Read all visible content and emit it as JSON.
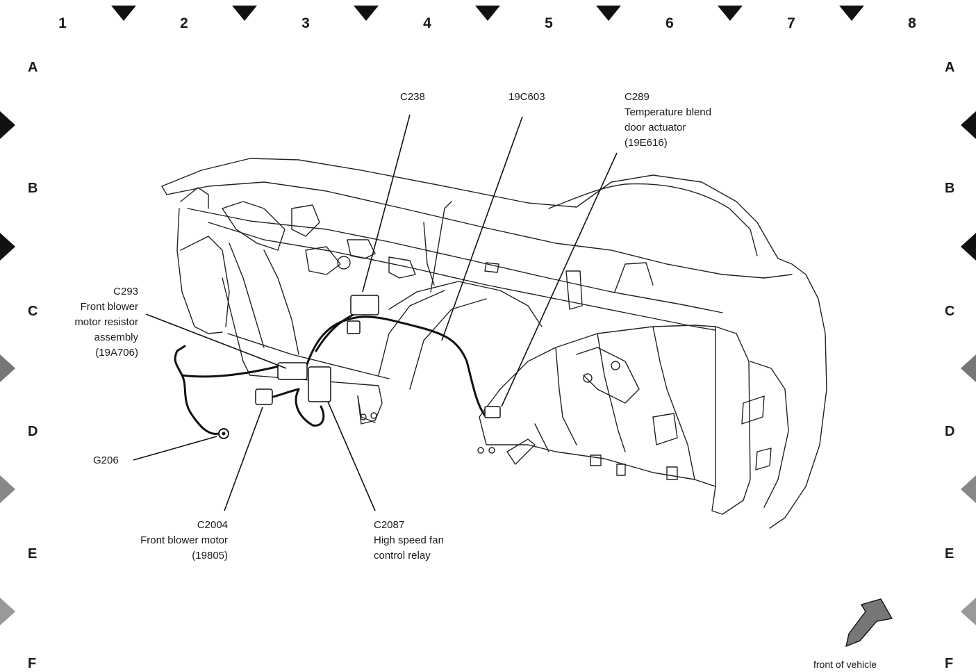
{
  "grid": {
    "columns": [
      "1",
      "2",
      "3",
      "4",
      "5",
      "6",
      "7",
      "8"
    ],
    "rows": [
      "A",
      "B",
      "C",
      "D",
      "E",
      "F"
    ]
  },
  "callouts": {
    "c238": {
      "lines": [
        "C238"
      ]
    },
    "c19c603": {
      "lines": [
        "19C603"
      ]
    },
    "c289": {
      "lines": [
        "C289",
        "Temperature blend",
        "door actuator",
        "(19E616)"
      ]
    },
    "c293": {
      "lines": [
        "C293",
        "Front blower",
        "motor resistor",
        "assembly",
        "(19A706)"
      ]
    },
    "g206": {
      "lines": [
        "G206"
      ]
    },
    "c2004": {
      "lines": [
        "C2004",
        "Front blower motor",
        "(19805)"
      ]
    },
    "c2087": {
      "lines": [
        "C2087",
        "High speed fan",
        "control relay"
      ]
    }
  },
  "orientation": {
    "label": "front of vehicle",
    "icon": "direction-arrow-icon"
  }
}
